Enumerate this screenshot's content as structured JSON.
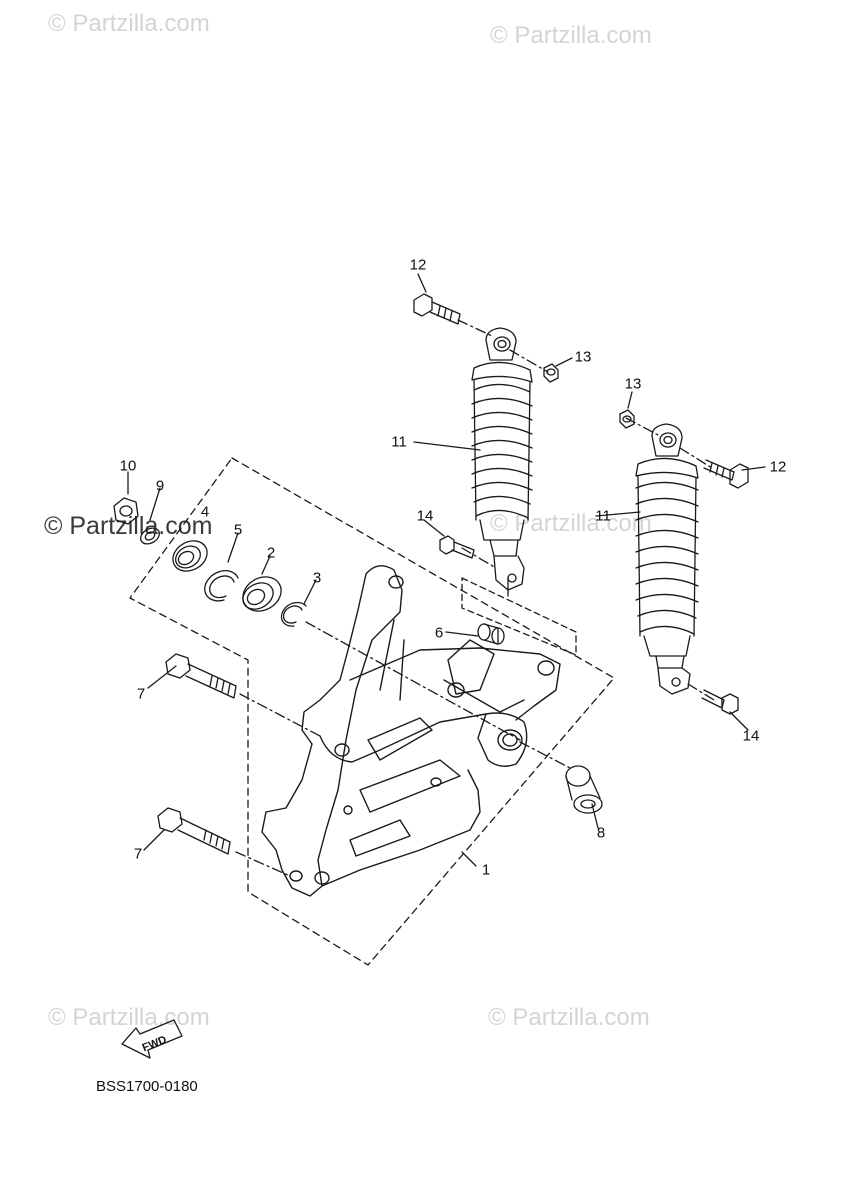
{
  "watermarks": [
    {
      "id": "wm-top-left",
      "text": "© Partzilla.com"
    },
    {
      "id": "wm-top-right",
      "text": "© Partzilla.com"
    },
    {
      "id": "wm-mid-left",
      "text": "© Partzilla.com"
    },
    {
      "id": "wm-mid-center",
      "text": "© Partzilla.com"
    },
    {
      "id": "wm-bottom-left",
      "text": "© Partzilla.com"
    },
    {
      "id": "wm-bottom-right",
      "text": "© Partzilla.com"
    }
  ],
  "callouts": {
    "c1": "1",
    "c2": "2",
    "c3": "3",
    "c4": "4",
    "c5": "5",
    "c6": "6",
    "c7a": "7",
    "c7b": "7",
    "c8": "8",
    "c9": "9",
    "c10": "10",
    "c11a": "11",
    "c11b": "11",
    "c12a": "12",
    "c12b": "12",
    "c13a": "13",
    "c13b": "13",
    "c14a": "14",
    "c14b": "14"
  },
  "fwd_label": "FWD",
  "diagram_code": "BSS1700-0180",
  "colors": {
    "line": "#1a1a1a",
    "watermark": "#d4d4d4"
  }
}
